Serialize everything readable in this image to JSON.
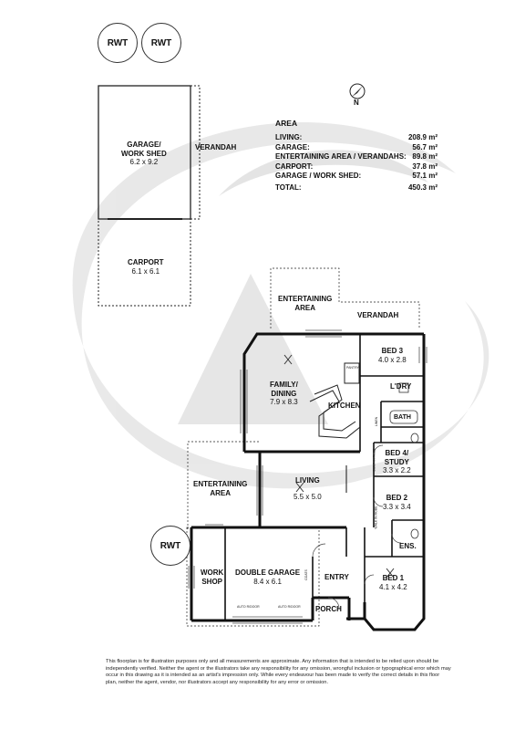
{
  "tags": {
    "rwt1": "RWT",
    "rwt2": "RWT",
    "rwt3": "RWT"
  },
  "compass": {
    "label": "N"
  },
  "area": {
    "title": "AREA",
    "rows": [
      {
        "label": "LIVING:",
        "value": "208.9 m²"
      },
      {
        "label": "GARAGE:",
        "value": "56.7 m²"
      },
      {
        "label": "ENTERTAINING AREA / VERANDAHS:",
        "value": "89.8 m²"
      },
      {
        "label": "CARPORT:",
        "value": "37.8 m²"
      },
      {
        "label": "GARAGE / WORK SHED:",
        "value": "57.1 m²"
      }
    ],
    "total": {
      "label": "TOTAL:",
      "value": "450.3 m²"
    }
  },
  "rooms": {
    "garage_shed": {
      "name_1": "GARAGE/",
      "name_2": "WORK SHED",
      "dim": "6.2 x 9.2"
    },
    "verandah_shed": {
      "name": "VERANDAH"
    },
    "carport": {
      "name": "CARPORT",
      "dim": "6.1 x 6.1"
    },
    "entertaining_top": {
      "name_1": "ENTERTAINING",
      "name_2": "AREA"
    },
    "verandah_top": {
      "name": "VERANDAH"
    },
    "family": {
      "name_1": "FAMILY/",
      "name_2": "DINING",
      "dim": "7.9 x 8.3"
    },
    "kitchen": {
      "name": "KITCHEN"
    },
    "pantry": {
      "name": "PANTRY"
    },
    "bed3": {
      "name": "BED 3",
      "dim": "4.0 x 2.8"
    },
    "ldry": {
      "name": "L'DRY"
    },
    "bath": {
      "name": "BATH"
    },
    "bed4": {
      "name_1": "BED 4/",
      "name_2": "STUDY",
      "dim": "3.3 x 2.2"
    },
    "bed2": {
      "name": "BED 2",
      "dim": "3.3 x 3.4"
    },
    "ens": {
      "name": "ENS."
    },
    "bed1": {
      "name": "BED 1",
      "dim": "4.1 x 4.2"
    },
    "living": {
      "name": "LIVING",
      "dim": "5.5 x 5.0"
    },
    "entertaining_left": {
      "name_1": "ENTERTAINING",
      "name_2": "AREA"
    },
    "workshop": {
      "name_1": "WORK",
      "name_2": "SHOP"
    },
    "double_garage": {
      "name": "DOUBLE GARAGE",
      "dim": "8.4 x 6.1"
    },
    "entry": {
      "name": "ENTRY"
    },
    "porch": {
      "name": "PORCH"
    }
  },
  "fixtures": {
    "auto_door_1": "AUTO R/DOOR",
    "auto_door_2": "AUTO R/DOOR",
    "built_in_robe": "BUILT-IN ROBE",
    "walk_in_robe": "WALK IN ROBE",
    "linen": "LINEN",
    "coats": "COATS"
  },
  "disclaimer": "This floorplan is for illustration purposes only and all measurements are approximate. Any information that is intended to be relied upon should be independently verified. Neither the agent or the illustrators take any responsibility for any omission, wrongful inclusion or typographical error which may occur in this drawing as it is intended as an artist's impression only. While every endeavour has been made to verify the correct details in this floor plan, neither the agent, vendor, nor illustrators accept any responsibility for any error or omission."
}
